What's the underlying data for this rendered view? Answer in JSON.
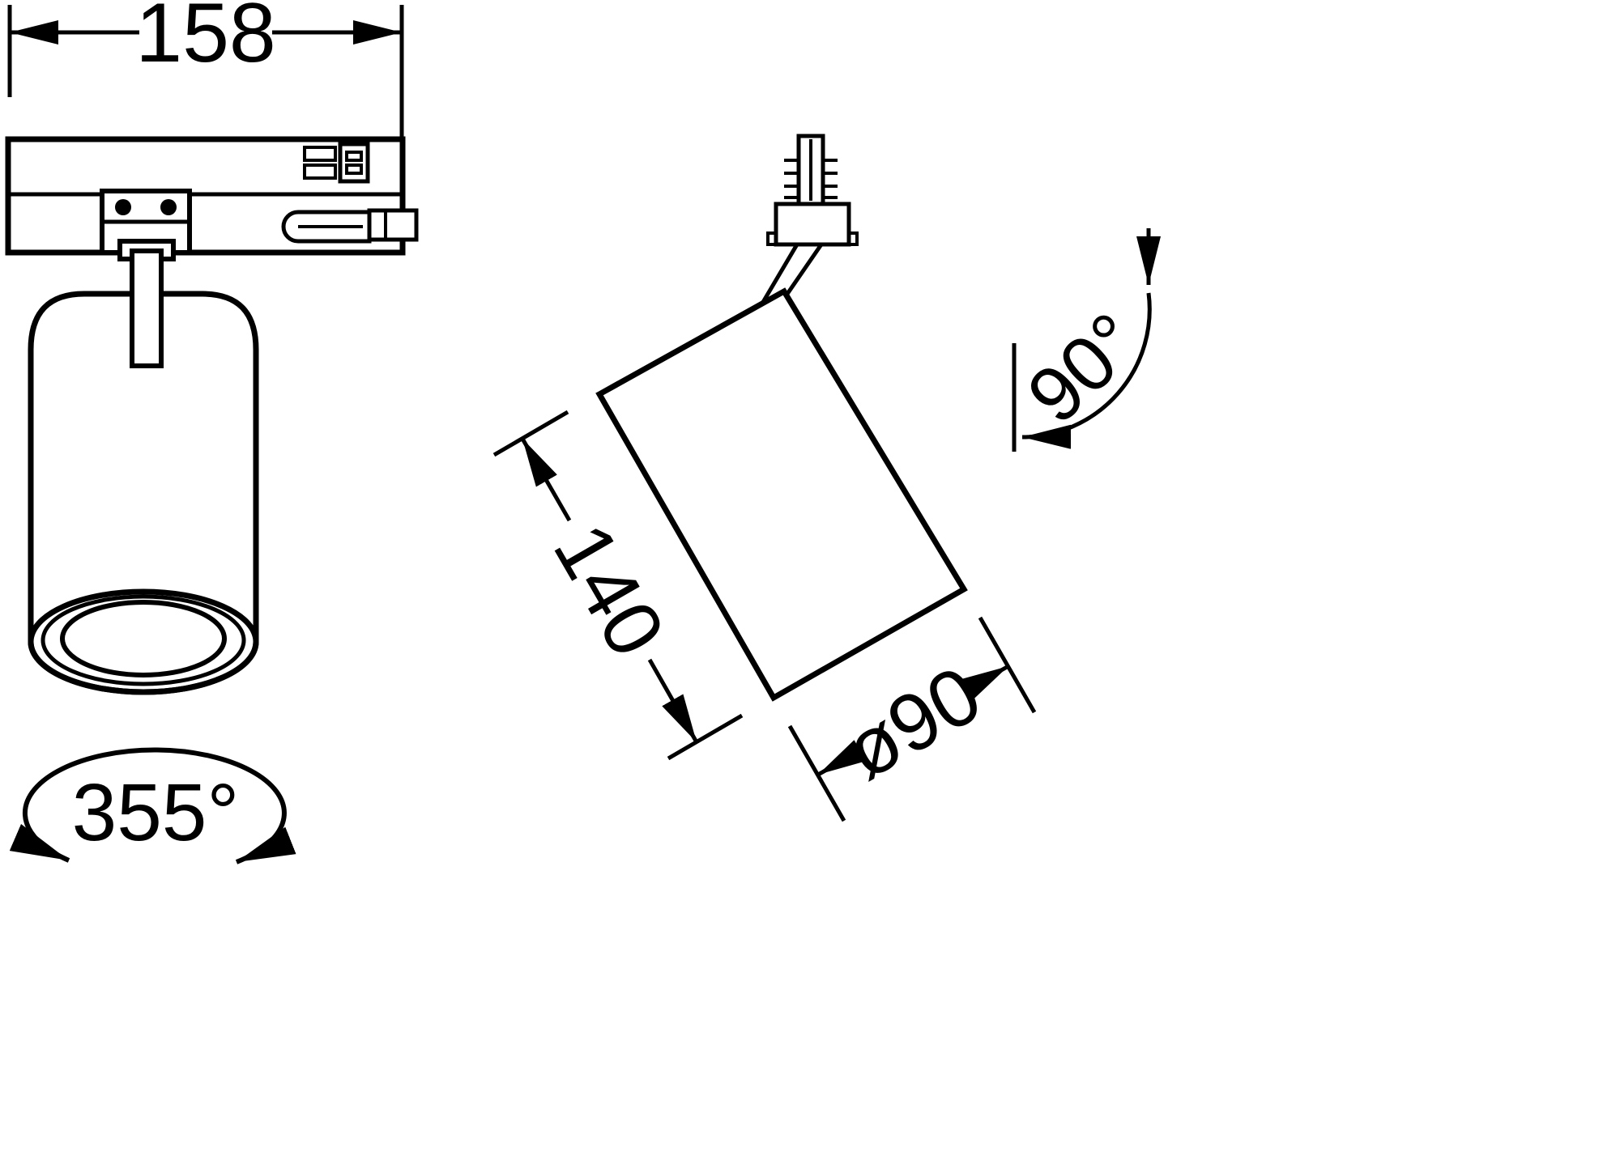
{
  "page": {
    "background": "#ffffff",
    "line_color": "#000000",
    "subject": "track-spotlight-dimension-drawing"
  },
  "front_view": {
    "width_label": "158",
    "rotation_label": "355°"
  },
  "side_view": {
    "length_label": "140",
    "diameter_label": "ø90",
    "angle_label": "90°"
  }
}
